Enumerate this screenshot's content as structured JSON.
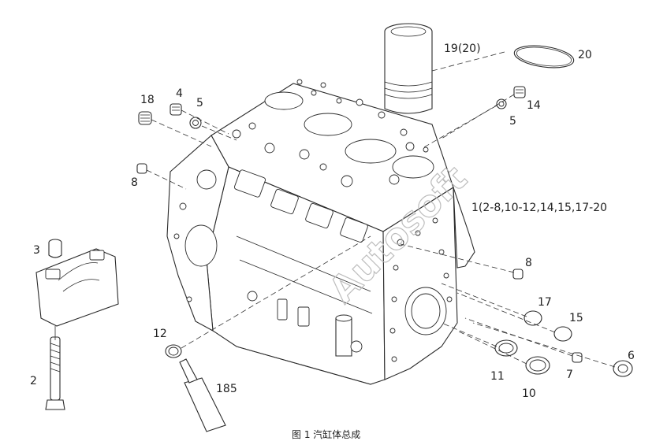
{
  "diagram": {
    "labels": {
      "l19": "19(20)",
      "l20": "20",
      "l18": "18",
      "l4": "4",
      "l5a": "5",
      "l5b": "5",
      "l14": "14",
      "l8a": "8",
      "l8b": "8",
      "l1": "1(2-8,10-12,14,15,17-20",
      "l3": "3",
      "l2": "2",
      "l12": "12",
      "l185": "185",
      "l17": "17",
      "l15": "15",
      "l11": "11",
      "l10": "10",
      "l7": "7",
      "l6": "6"
    },
    "watermark": "Autosoft",
    "caption": "图 1 汽缸体总成"
  }
}
